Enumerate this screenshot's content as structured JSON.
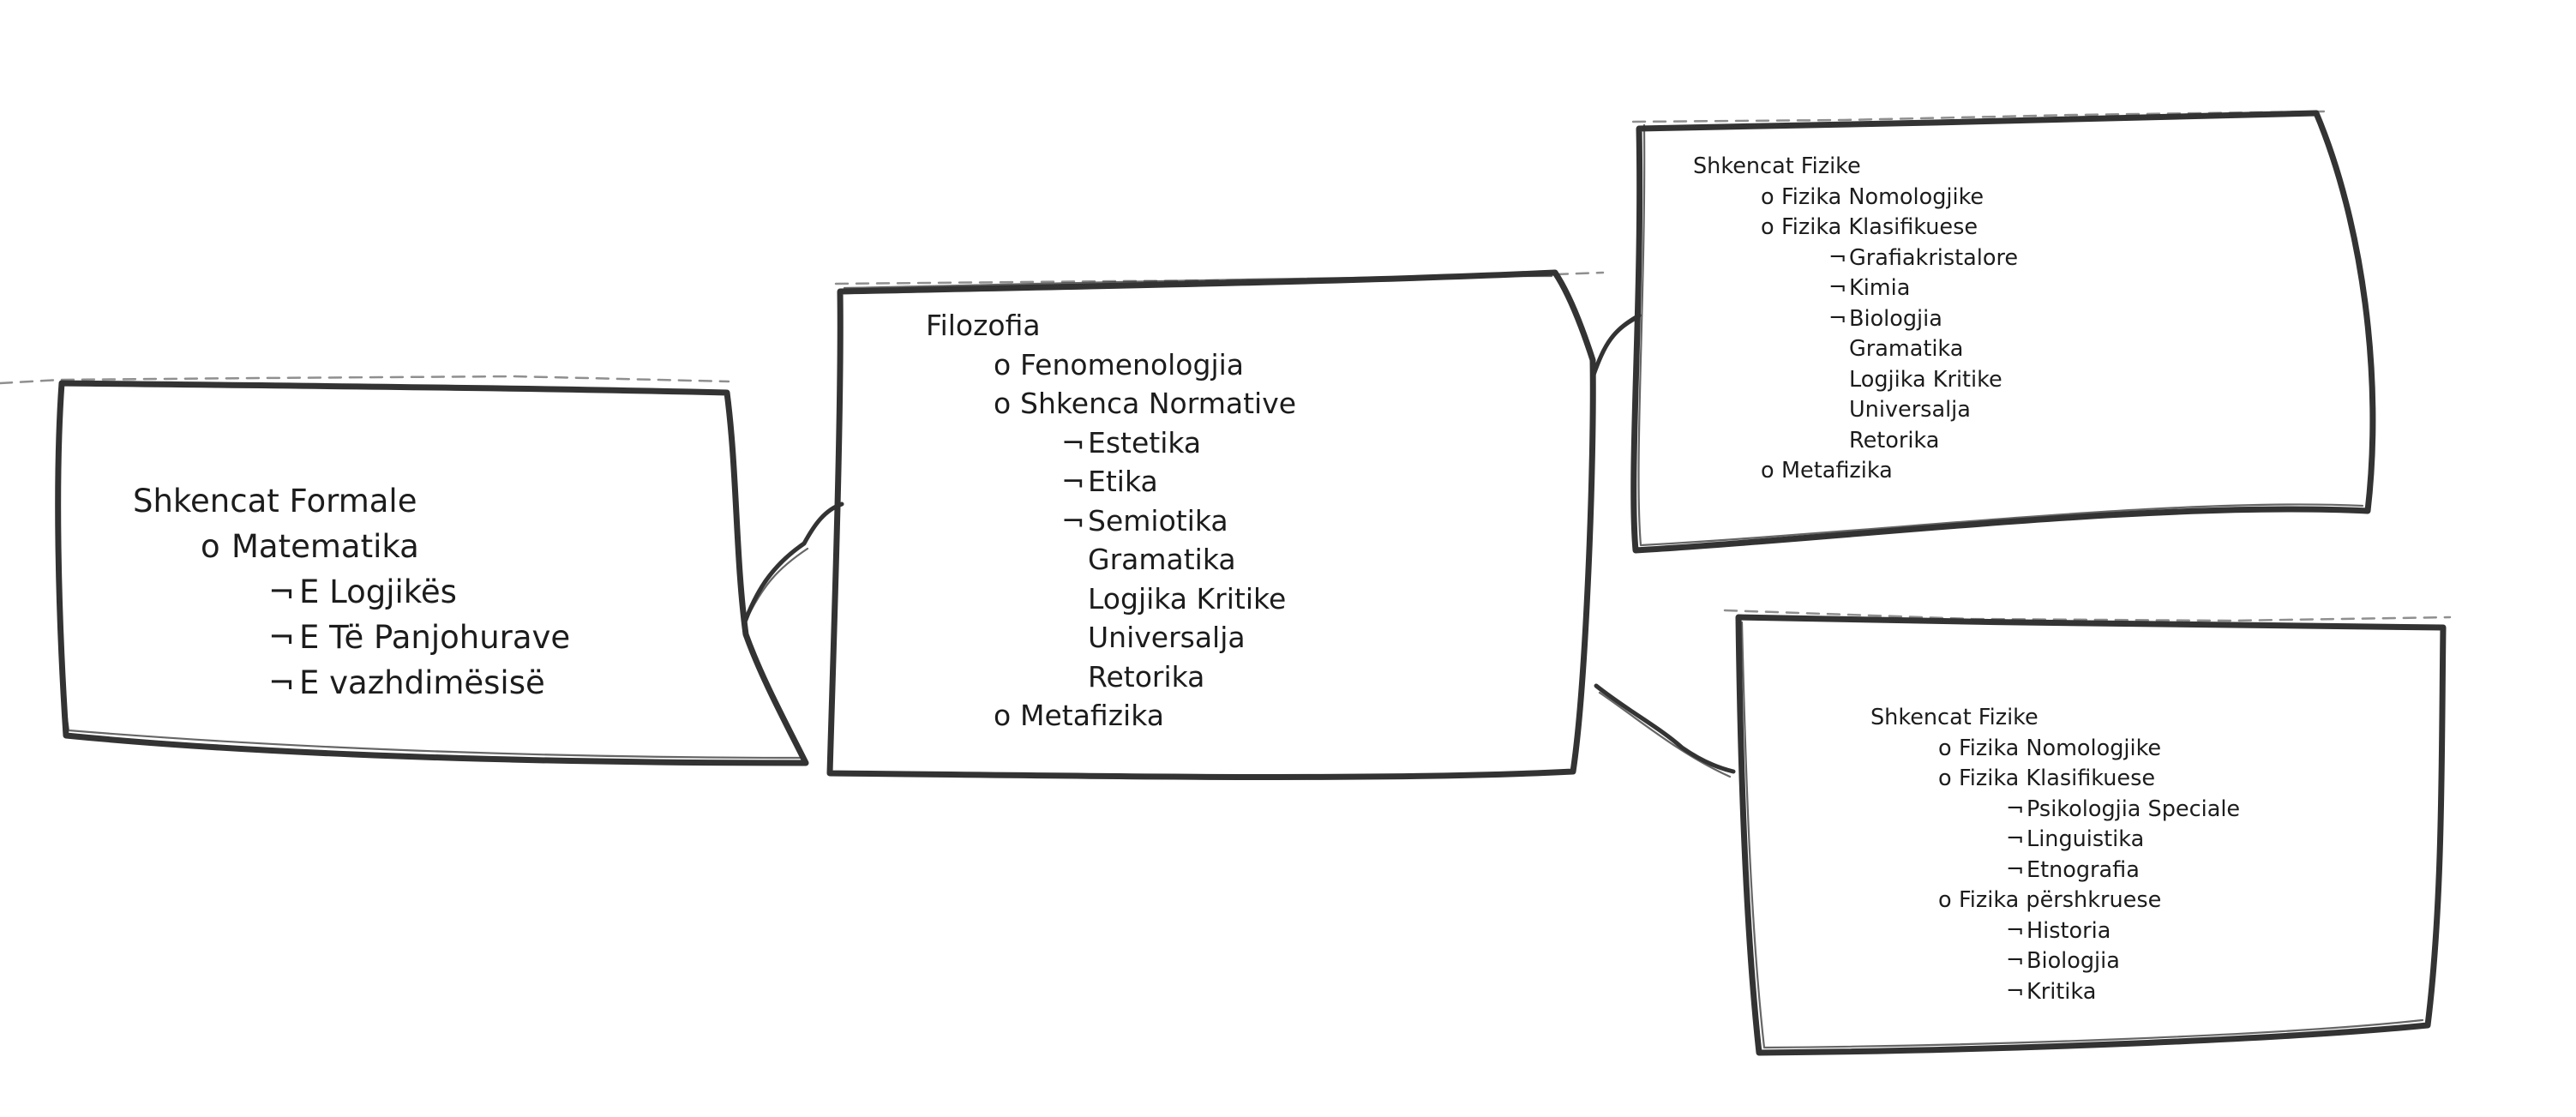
{
  "colors": {
    "ink": "#333333",
    "text": "#1c1c1c",
    "background": "#ffffff"
  },
  "boxes": {
    "formal": {
      "items": [
        {
          "level": 0,
          "bullet": "",
          "text": "Shkencat Formale"
        },
        {
          "level": 1,
          "bullet": "o",
          "text": "Matematika"
        },
        {
          "level": 2,
          "bullet": "¬",
          "text": "E Logjikës"
        },
        {
          "level": 2,
          "bullet": "¬",
          "text": "E Të Panjohurave"
        },
        {
          "level": 2,
          "bullet": "¬",
          "text": "E vazhdimësisë"
        }
      ]
    },
    "filozofia": {
      "items": [
        {
          "level": 0,
          "bullet": "",
          "text": "Filozofia"
        },
        {
          "level": 1,
          "bullet": "o",
          "text": "Fenomenologjia"
        },
        {
          "level": 1,
          "bullet": "o",
          "text": "Shkenca Normative"
        },
        {
          "level": 2,
          "bullet": "¬",
          "text": "Estetika"
        },
        {
          "level": 2,
          "bullet": "¬",
          "text": "Etika"
        },
        {
          "level": 2,
          "bullet": "¬",
          "text": "Semiotika"
        },
        {
          "level": 3,
          "bullet": "",
          "text": "Gramatika"
        },
        {
          "level": 3,
          "bullet": "",
          "text": "Logjika Kritike"
        },
        {
          "level": 3,
          "bullet": "",
          "text": "Universalja"
        },
        {
          "level": 3,
          "bullet": "",
          "text": "Retorika"
        },
        {
          "level": 1,
          "bullet": "o",
          "text": "Metafizika"
        }
      ]
    },
    "fizike1": {
      "items": [
        {
          "level": 0,
          "bullet": "",
          "text": "Shkencat Fizike"
        },
        {
          "level": 1,
          "bullet": "o",
          "text": "Fizika Nomologjike"
        },
        {
          "level": 1,
          "bullet": "o",
          "text": "Fizika Klasifikuese"
        },
        {
          "level": 2,
          "bullet": "¬",
          "text": "Grafiakristalore"
        },
        {
          "level": 2,
          "bullet": "¬",
          "text": "Kimia"
        },
        {
          "level": 2,
          "bullet": "¬",
          "text": "Biologjia"
        },
        {
          "level": 3,
          "bullet": "",
          "text": "Gramatika"
        },
        {
          "level": 3,
          "bullet": "",
          "text": "Logjika Kritike"
        },
        {
          "level": 3,
          "bullet": "",
          "text": "Universalja"
        },
        {
          "level": 3,
          "bullet": "",
          "text": "Retorika"
        },
        {
          "level": 1,
          "bullet": "o",
          "text": "Metafizika"
        }
      ]
    },
    "fizike2": {
      "items": [
        {
          "level": 0,
          "bullet": "",
          "text": "Shkencat Fizike"
        },
        {
          "level": 1,
          "bullet": "o",
          "text": "Fizika Nomologjike"
        },
        {
          "level": 1,
          "bullet": "o",
          "text": "Fizika Klasifikuese"
        },
        {
          "level": 2,
          "bullet": "¬",
          "text": "Psikologjia Speciale"
        },
        {
          "level": 2,
          "bullet": "¬",
          "text": "Linguistika"
        },
        {
          "level": 2,
          "bullet": "¬",
          "text": "Etnografia"
        },
        {
          "level": 1,
          "bullet": "o",
          "text": "Fizika përshkruese"
        },
        {
          "level": 2,
          "bullet": "¬",
          "text": "Historia"
        },
        {
          "level": 2,
          "bullet": "¬",
          "text": "Biologjia"
        },
        {
          "level": 2,
          "bullet": "¬",
          "text": "Kritika"
        }
      ]
    }
  }
}
